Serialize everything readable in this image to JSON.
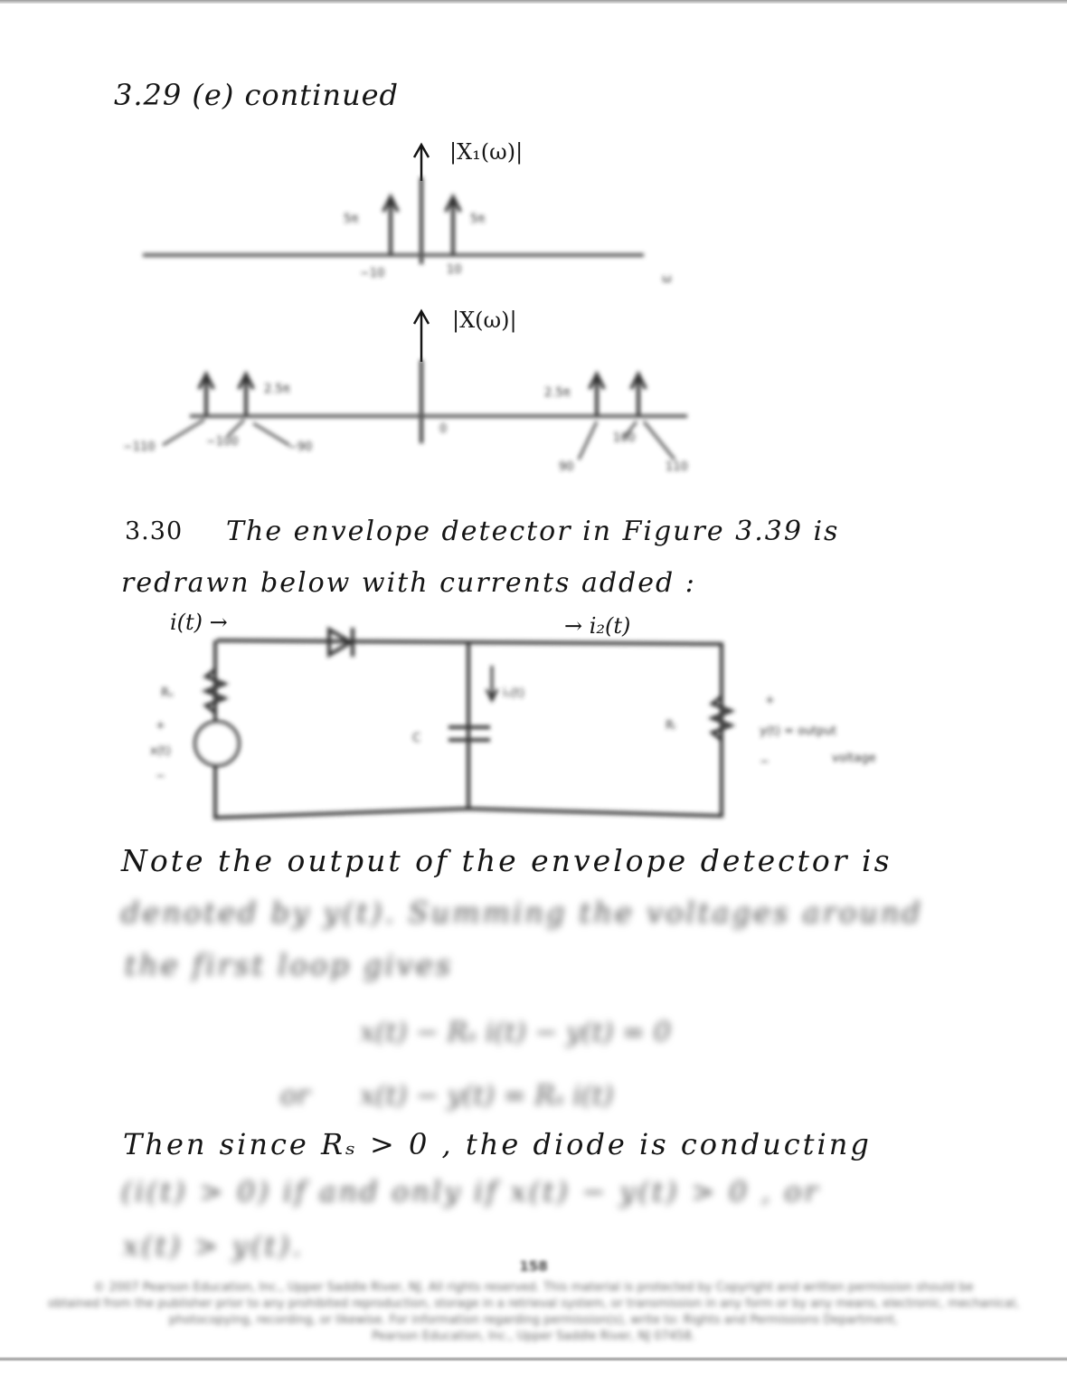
{
  "problem_3_29": {
    "heading": "3.29 (e) continued",
    "plot1": {
      "axis_label": "|X₁(ω)|",
      "horizontal_label": "ω",
      "impulse_labels": [
        "5π",
        "5π"
      ],
      "tick_labels": [
        "−10",
        "10"
      ]
    },
    "plot2": {
      "axis_label": "|X(ω)|",
      "impulse_labels": [
        "2.5π",
        "2.5π"
      ],
      "tick_labels": [
        "0",
        "−110",
        "−100",
        "−90",
        "90",
        "100",
        "110"
      ]
    }
  },
  "problem_3_30": {
    "number": "3.30",
    "intro_line1": "The envelope detector in Figure 3.39 is",
    "intro_line2": "redrawn below with currents added :",
    "circuit": {
      "current_i": "i(t) →",
      "current_i2": "→ i₂(t)",
      "current_ic": "i₁(t)",
      "rs": "Rₛ",
      "source": "x(t)",
      "cap": "C",
      "rl": "Rₗ",
      "output_label": "y(t) = output",
      "output_label2": "voltage",
      "plus": "+",
      "minus": "−"
    },
    "note_line1": "Note the output of the envelope detector is",
    "note_line2": "denoted by y(t). Summing the voltages around",
    "note_line3": "the first loop gives",
    "eq1": "x(t) − Rₛ i(t) − y(t) = 0",
    "eq2_prefix": "or",
    "eq2": "x(t) − y(t) = Rₛ i(t)",
    "then_line1": "Then since Rₛ > 0 , the diode is conducting",
    "then_line2": "(i(t) > 0) if and only if x(t) − y(t) > 0 , or",
    "then_line3": "x(t) > y(t)."
  },
  "page_number": "158",
  "footer": [
    "© 2007 Pearson Education, Inc., Upper Saddle River, NJ. All rights reserved. This material is protected by Copyright and written permission should be",
    "obtained from the publisher prior to any prohibited reproduction, storage in a retrieval system, or transmission in any form or by any means, electronic, mechanical,",
    "photocopying, recording, or likewise. For information regarding permission(s), write to: Rights and Permissions Department,",
    "Pearson Education, Inc., Upper Saddle River, NJ 07458."
  ]
}
